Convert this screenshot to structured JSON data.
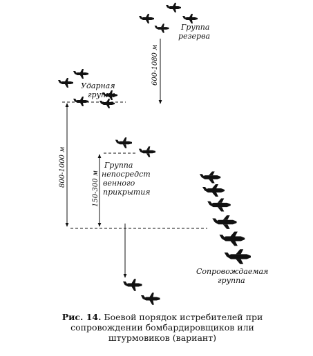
{
  "labels": {
    "reserve_line1": "Группа",
    "reserve_line2": "резерва",
    "strike_line1": "Ударная",
    "strike_line2": "группа",
    "escort_line1": "Группа",
    "escort_line2": "непосредст",
    "escort_line3": "венного",
    "escort_line4": "прикрытия",
    "escorted_line1": "Сопровождаемая",
    "escorted_line2": "группа"
  },
  "dimensions": {
    "reserve_height": "600-1080 м",
    "strike_height": "800-1000 м",
    "escort_height": "150-300 м"
  },
  "caption": {
    "fig_label": "Рис. 14.",
    "line1_rest": "Боевой порядок истребителей при",
    "line2": "сопровождении бомбардировщиков или",
    "line3": "штурмовиков (вариант)"
  },
  "icons": {
    "aircraft": "aircraft-silhouette-icon"
  },
  "colors": {
    "ink": "#111111",
    "paper": "#ffffff"
  }
}
